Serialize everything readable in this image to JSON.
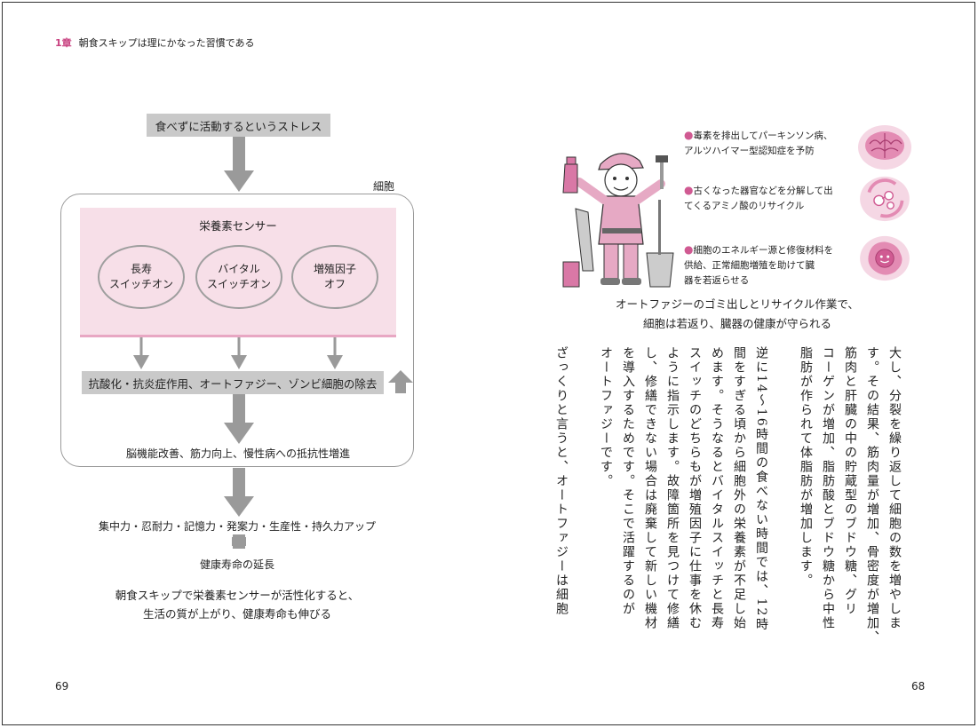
{
  "header": {
    "chapter": "1章",
    "title": "朝食スキップは理にかなった習慣である"
  },
  "diagram": {
    "stress_box": "食べずに活動するというストレス",
    "cell_label": "細胞",
    "sensor_title": "栄養素センサー",
    "switches": [
      "長寿\nスイッチオン",
      "バイタル\nスイッチオン",
      "増殖因子\nオフ"
    ],
    "effects_bar": "抗酸化・抗炎症作用、オートファジー、ゾンビ細胞の除去",
    "brain_line": "脳機能改善、筋力向上、慢性病への抵抗性増進",
    "abilities_line": "集中力・忍耐力・記憶力・発案力・生産性・持久力アップ",
    "health_line": "健康寿命の延長",
    "caption_line1": "朝食スキップで栄養素センサーが活性化すると、",
    "caption_line2": "生活の質が上がり、健康寿命も伸びる"
  },
  "illustration": {
    "bullets": [
      {
        "line1": "毒素を排出してパーキンソン病、",
        "line2": "アルツハイマー型認知症を予防",
        "icon": "brain-icon"
      },
      {
        "line1": "古くなった器官などを分解して出",
        "line2": "てくるアミノ酸のリサイクル",
        "icon": "recycle-molecules-icon"
      },
      {
        "line1": "細胞のエネルギー源と修復材料を",
        "line2": "供給、正常細胞増殖を助けて臓",
        "line3": "器を若返らせる",
        "icon": "smiling-cell-icon"
      }
    ],
    "caption_line1": "オートファジーのゴミ出しとリサイクル作業で、",
    "caption_line2": "細胞は若返り、臓器の健康が守られる"
  },
  "body_text": [
    "大し、分裂を繰り返して細胞の数を増やしま",
    "す。その結果、筋肉量が増加、骨密度が増加、",
    "筋肉と肝臓の中の貯蔵型のブドウ糖、グリ",
    "コーゲンが増加、脂肪酸とブドウ糖から中性",
    "脂肪が作られて体脂肪が増加します。",
    "",
    "逆に14〜16時間の食べない時間では、12時",
    "間をすぎる頃から細胞外の栄養素が不足し始",
    "めます。そうなるとバイタルスイッチと長寿",
    "スイッチのどちらもが増殖因子に仕事を休む",
    "ように指示します。故障箇所を見つけて修繕",
    "し、修繕できない場合は廃棄して新しい機材",
    "を導入するためです。そこで活躍するのが",
    "オートファジーです。",
    "",
    "ざっくりと言うと、オートファジーは細胞"
  ],
  "page_numbers": {
    "left": "69",
    "right": "68"
  },
  "colors": {
    "accent_pink": "#d05a92",
    "sensor_bg": "#f7dfe8",
    "gray_bar": "#c9c9c9",
    "arrow_gray": "#9a9a9a"
  }
}
